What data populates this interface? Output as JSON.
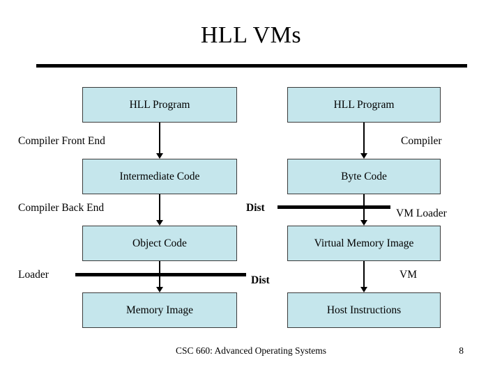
{
  "slide": {
    "title": "HLL VMs",
    "footer": "CSC 660: Advanced Operating Systems",
    "page_number": "8",
    "accent_box_color": "#c5e6ec",
    "line_color": "#000000"
  },
  "left_column": {
    "boxes": [
      {
        "label": "HLL Program"
      },
      {
        "label": "Intermediate Code"
      },
      {
        "label": "Object Code"
      },
      {
        "label": "Memory Image"
      }
    ],
    "stage_labels": [
      {
        "label": "Compiler Front End"
      },
      {
        "label": "Compiler Back End"
      },
      {
        "label": "Loader"
      }
    ]
  },
  "right_column": {
    "boxes": [
      {
        "label": "HLL Program"
      },
      {
        "label": "Byte Code"
      },
      {
        "label": "Virtual Memory Image"
      },
      {
        "label": "Host Instructions"
      }
    ],
    "stage_labels": [
      {
        "label": "Compiler"
      },
      {
        "label": "VM Loader"
      },
      {
        "label": "VM"
      }
    ]
  },
  "dist_labels": [
    {
      "label": "Dist"
    },
    {
      "label": "Dist"
    }
  ]
}
